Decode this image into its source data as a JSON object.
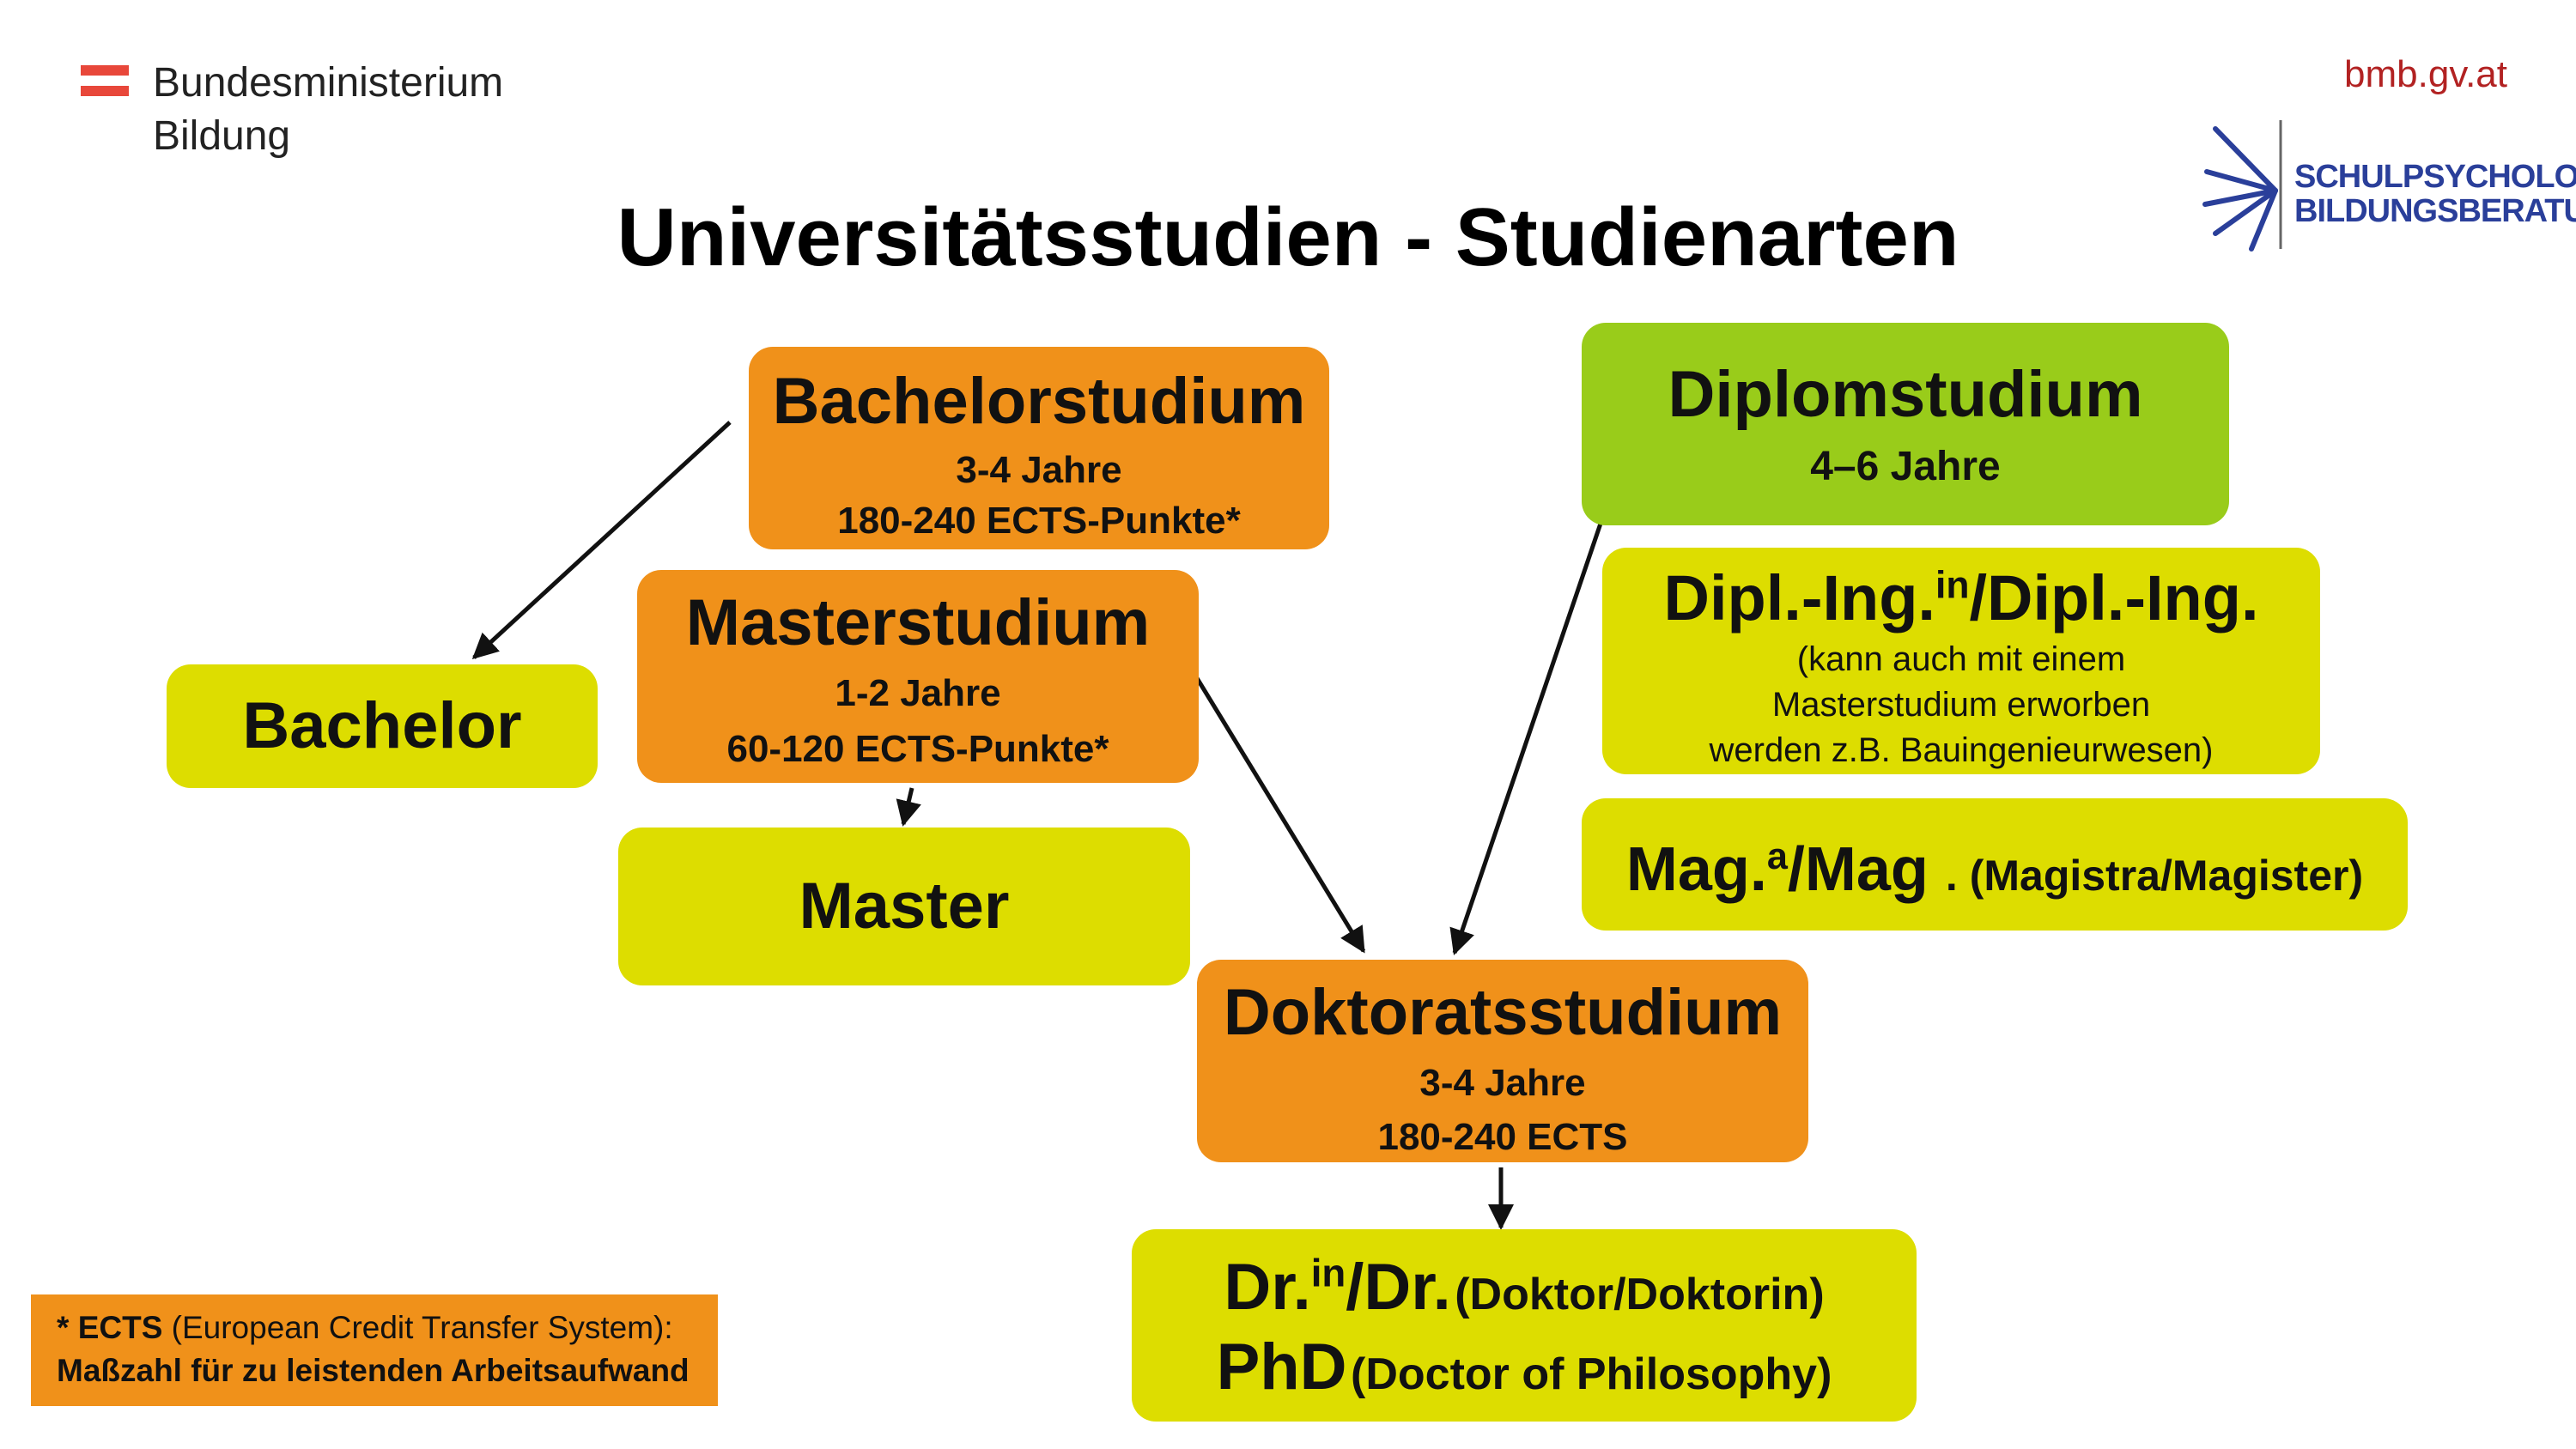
{
  "header": {
    "ministry_line1": "Bundesministerium",
    "ministry_line2": "Bildung",
    "website": "bmb.gv.at",
    "partner_logo_line1": "SCHULPSYCHOLOGIE",
    "partner_logo_line2": "BILDUNGSBERATUNG"
  },
  "title": "Universitätsstudien - Studienarten",
  "colors": {
    "orange": "#f0911a",
    "green": "#99cc1a",
    "yellow": "#dddd00",
    "accent_red": "#b22222",
    "logo_blue": "#2a3f9a"
  },
  "studies": {
    "bachelor": {
      "title": "Bachelorstudium",
      "duration": "3-4 Jahre",
      "ects": "180-240 ECTS-Punkte*"
    },
    "master": {
      "title": "Masterstudium",
      "duration": "1-2 Jahre",
      "ects": "60-120 ECTS-Punkte*"
    },
    "diplom": {
      "title": "Diplomstudium",
      "duration": "4–6 Jahre"
    },
    "doktorat": {
      "title": "Doktoratsstudium",
      "duration": "3-4 Jahre",
      "ects": "180-240 ECTS"
    }
  },
  "degrees": {
    "bachelor": "Bachelor",
    "master": "Master",
    "dipl_ing": {
      "prefix": "Dipl.-Ing.",
      "sup": "in",
      "suffix": "/Dipl.-Ing.",
      "note1": "(kann auch mit einem",
      "note2": "Masterstudium erworben",
      "note3": "werden z.B. Bauingenieurwesen)"
    },
    "mag": {
      "prefix": "Mag.",
      "sup": "a",
      "suffix": "/Mag",
      "note": ". (Magistra/Magister)"
    },
    "dr": {
      "prefix": "Dr.",
      "sup": "in",
      "suffix": "/Dr.",
      "note": "(Doktor/Doktorin)",
      "phd": "PhD",
      "phd_note": "(Doctor of Philosophy)"
    }
  },
  "footnote": {
    "star": "* ",
    "ects_bold": "ECTS",
    "line1_rest": " (European Credit Transfer System):",
    "line2": "Maßzahl für zu leistenden Arbeitsaufwand"
  }
}
